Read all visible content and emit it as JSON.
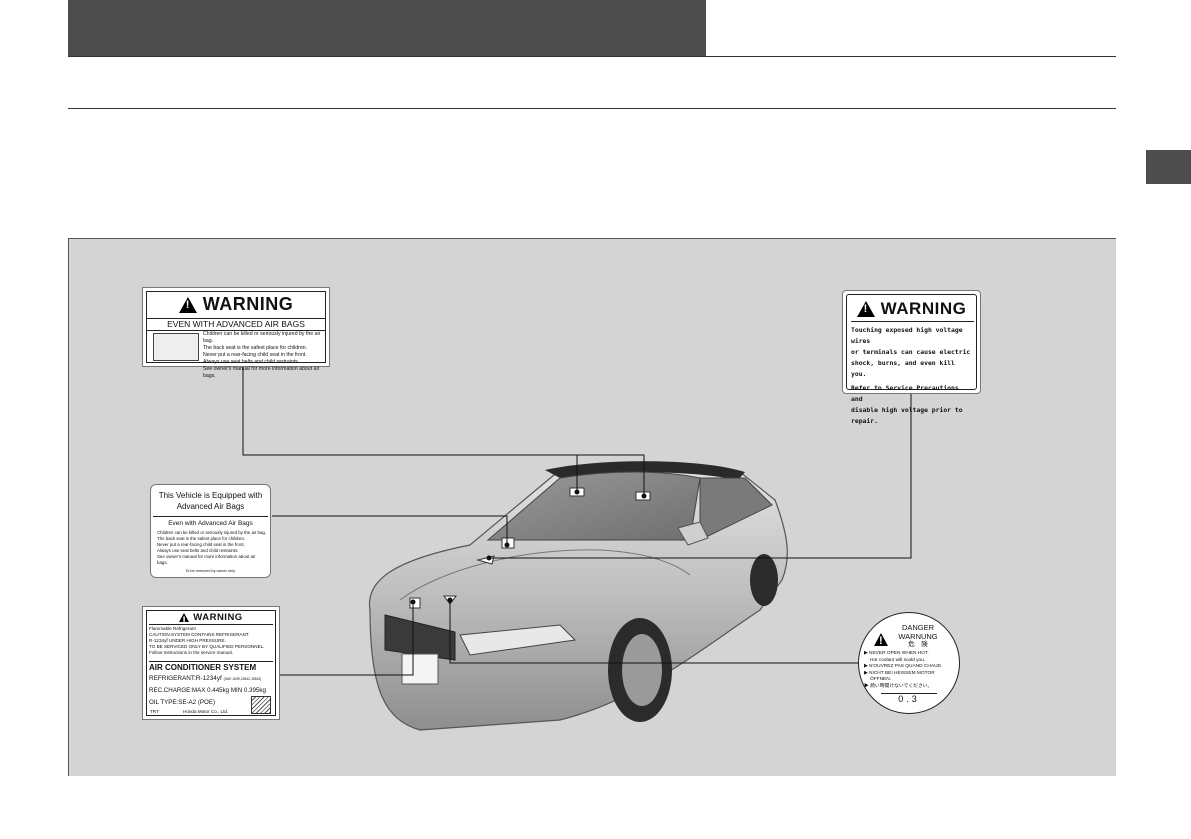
{
  "airbag_warning": {
    "title": "WARNING",
    "subtitle": "EVEN WITH ADVANCED AIR BAGS",
    "items": [
      "Children can be killed or seriously injured by the air bag.",
      "The back seat is the safest place for children.",
      "Never put a rear-facing child seat in the front.",
      "Always use seat belts and child restraints.",
      "See owner's manual for more information about air bags."
    ]
  },
  "hv_warning": {
    "title": "WARNING",
    "lines": [
      "Touching exposed high voltage wires",
      "or terminals can cause electric",
      "shock, burns, and even kill you.",
      "Refer to Service Precautions and",
      "disable high voltage prior to repair."
    ]
  },
  "sunvisor_label": {
    "title_line1": "This Vehicle is Equipped with",
    "title_line2": "Advanced Air Bags",
    "subtitle": "Even with Advanced Air Bags",
    "items": [
      "Children can be killed or seriously injured by the air bag.",
      "The back seat is the safest place for children.",
      "Never put a rear-facing child seat in the front.",
      "Always use seat belts and child restraints.",
      "See owner's manual for more information about air bags."
    ],
    "footer": "To be removed by owner only."
  },
  "ac_warning": {
    "title": "WARNING",
    "lines": [
      "Flammable Refrigerant",
      "CAUTION:SYSTEM CONTAINS REFRIGERANT",
      "R-1234yf UNDER HIGH PRESSURE.",
      "TO BE SERVICED ONLY BY QUALIFIED PERSONNEL.",
      "Follow Instructions in the service manual."
    ],
    "system": "AIR CONDITIONER SYSTEM",
    "refrigerant": "REFRIGERANT:R-1234yf",
    "refrigerant_spec": "(SAE J639,J2842,J2843)",
    "charge": "REC.CHARGE:MAX 0.445kg MIN 0.395kg",
    "oil": "OIL TYPE:SE-A2 (POE)",
    "code": "TRT",
    "maker": "Honda Motor Co., Ltd."
  },
  "radiator_cap": {
    "line1": "DANGER",
    "line2": "WARNUNG",
    "line3": "危　険",
    "items": [
      "▶ NEVER OPEN WHEN HOT.",
      "Hot coolant will scald you.",
      "▶ N'OUVREZ PAS QUAND CHAUD.",
      "▶ NICHT BEI HEISSEM MOTOR",
      "ÖFFNEN.",
      "▶ 熱い時開けないでください。"
    ],
    "value": "0.3"
  }
}
